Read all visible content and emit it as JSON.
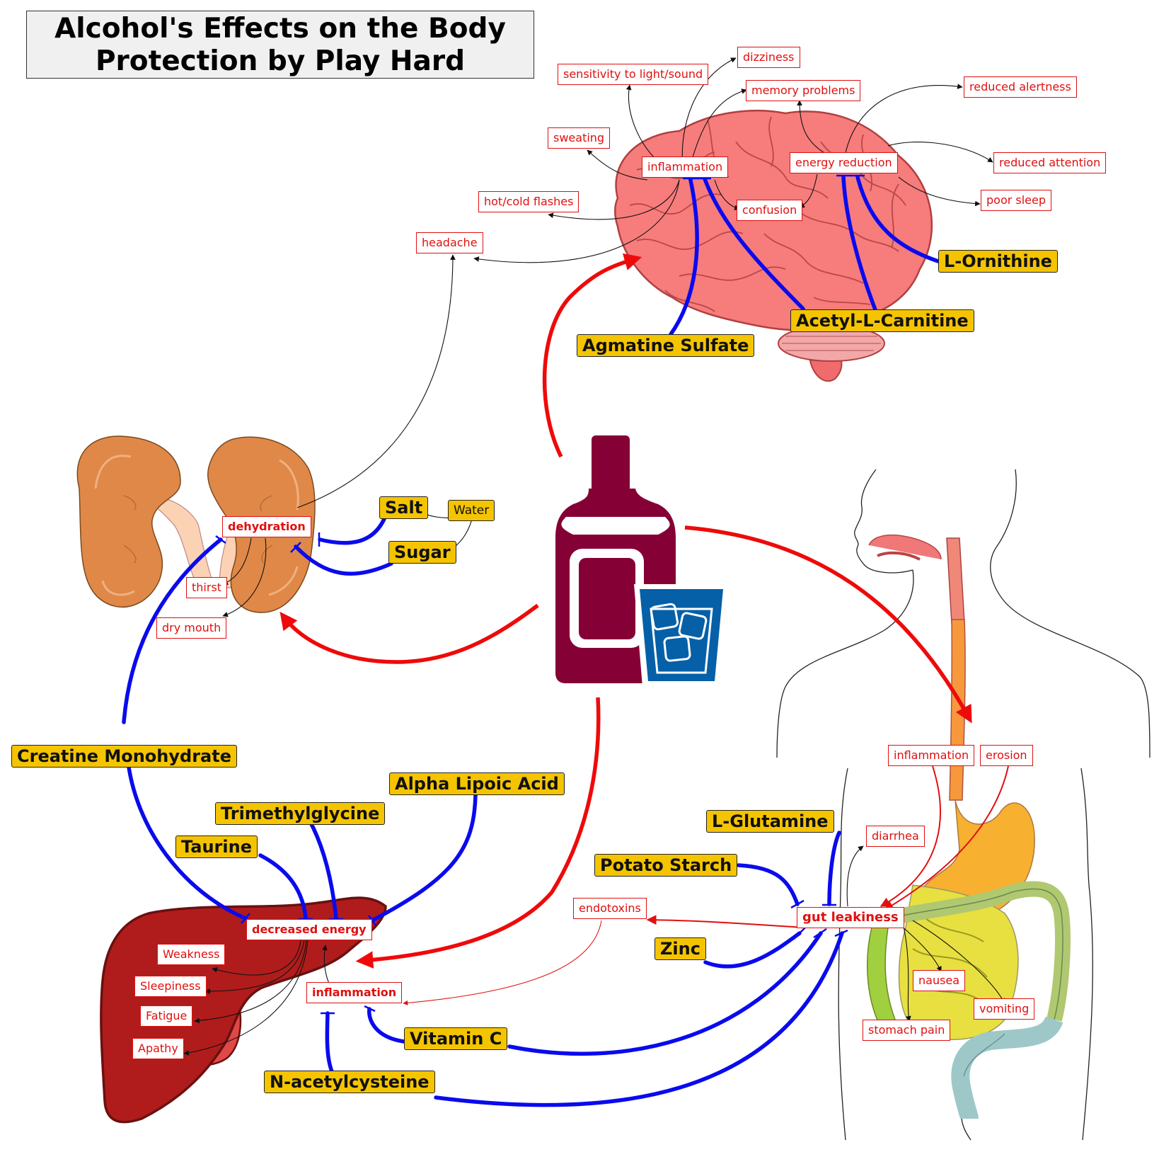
{
  "title": {
    "line1": "Alcohol's Effects on the Body",
    "line2": "Protection by Play Hard"
  },
  "colors": {
    "effect_text": "#e01010",
    "supplement_fill": "#f5c400",
    "inhibit_line": "#0a0aee",
    "cause_arrow": "#ee0a0a",
    "brain": "#f58080",
    "kidney": "#e08848",
    "liver": "#b01c1c",
    "bottle": "#850035",
    "glass": "#0560a8"
  },
  "brain": {
    "inflammation": "inflammation",
    "energy_reduction": "energy reduction",
    "effects": {
      "sensitivity": "sensitivity to light/sound",
      "dizziness": "dizziness",
      "memory": "memory problems",
      "reduced_alertness": "reduced alertness",
      "sweating": "sweating",
      "reduced_attention": "reduced attention",
      "hot_cold": "hot/cold flashes",
      "confusion": "confusion",
      "poor_sleep": "poor sleep",
      "headache": "headache"
    },
    "supplements": {
      "ornithine": "L-Ornithine",
      "carnitine": "Acetyl-L-Carnitine",
      "agmatine": "Agmatine Sulfate"
    }
  },
  "kidney": {
    "dehydration": "dehydration",
    "thirst": "thirst",
    "dry_mouth": "dry mouth",
    "supplements": {
      "salt": "Salt",
      "water": "Water",
      "sugar": "Sugar",
      "creatine": "Creatine Monohydrate"
    }
  },
  "gut": {
    "inflammation": "inflammation",
    "erosion": "erosion",
    "diarrhea": "diarrhea",
    "gut_leakiness": "gut leakiness",
    "endotoxins": "endotoxins",
    "nausea": "nausea",
    "vomiting": "vomiting",
    "stomach_pain": "stomach pain",
    "supplements": {
      "glutamine": "L-Glutamine",
      "potato_starch": "Potato Starch",
      "zinc": "Zinc"
    }
  },
  "liver": {
    "decreased_energy": "decreased energy",
    "inflammation": "inflammation",
    "effects": {
      "weakness": "Weakness",
      "sleepiness": "Sleepiness",
      "fatigue": "Fatigue",
      "apathy": "Apathy"
    },
    "supplements": {
      "alpha_lipoic": "Alpha Lipoic Acid",
      "tmg": "Trimethylglycine",
      "taurine": "Taurine",
      "vitamin_c": "Vitamin C",
      "nac": "N-acetylcysteine"
    }
  }
}
